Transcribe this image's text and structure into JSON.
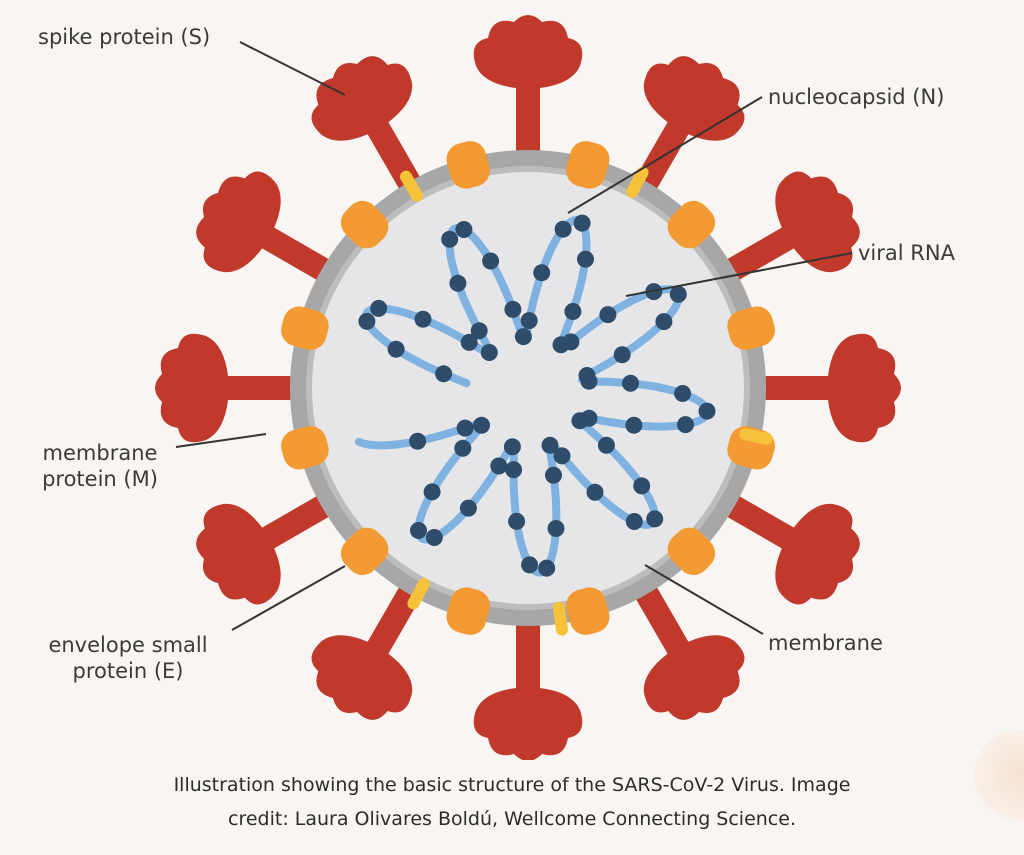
{
  "labels": {
    "spike": "spike protein (S)",
    "nucleocapsid": "nucleocapsid (N)",
    "viral_rna": "viral RNA",
    "membrane_protein_line1": "membrane",
    "membrane_protein_line2": "protein (M)",
    "envelope_line1": "envelope small",
    "envelope_line2": "protein (E)",
    "membrane": "membrane"
  },
  "caption": {
    "line1": "Illustration showing the basic structure of the SARS-CoV-2 Virus. Image",
    "line2": "credit: Laura Olivares Boldú, Wellcome Connecting Science."
  },
  "colors": {
    "background": "#f8f5f2",
    "spike": "#c0392b",
    "membrane_ring": "#a7a7a7",
    "interior": "#e6e6e9",
    "membrane_protein": "#f39a33",
    "envelope_protein": "#f6c23a",
    "rna_strand": "#7fb2e0",
    "nucleocapsid": "#2f4d6a",
    "leader_line": "#333333"
  },
  "icons": {
    "spike": "spike-protein-icon",
    "membrane_protein": "membrane-protein-icon",
    "envelope_protein": "envelope-protein-icon",
    "nucleocapsid": "nucleocapsid-dot-icon"
  }
}
